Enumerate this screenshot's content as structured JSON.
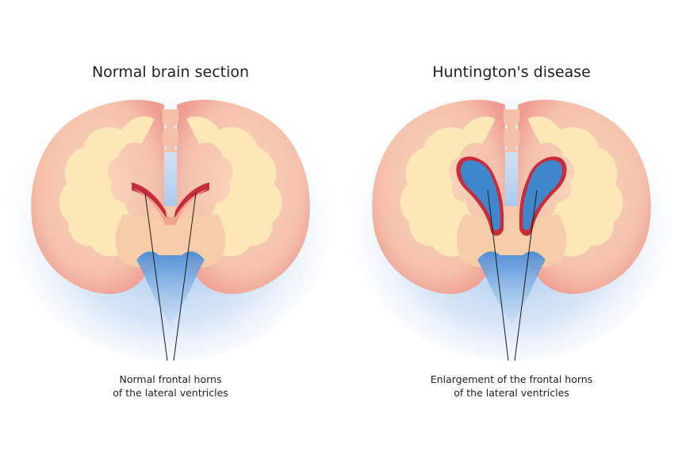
{
  "panels": [
    {
      "title": "Normal brain section",
      "caption_lines": [
        "Normal frontal horns",
        "of the lateral ventricles"
      ]
    },
    {
      "title": "Huntington's disease",
      "caption_lines": [
        "Enlargement of the frontal horns",
        "of the lateral ventricles"
      ]
    }
  ],
  "colors": {
    "cortex_outer": "#f2b4a6",
    "cortex_inner": "#f8d3b4",
    "white_matter": "#fbeab6",
    "halo": "#a8c6ea",
    "ventricle_normal": "#c72c3c",
    "ventricle_enlarged": "#3f87cc",
    "csf_blue": "#6da4dc",
    "leader_line": "#1a1a1a"
  }
}
